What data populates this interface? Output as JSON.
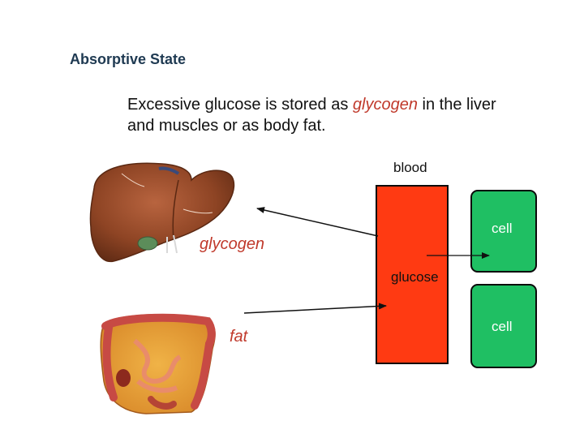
{
  "slide": {
    "title": "Absorptive State",
    "text_before": "Excessive glucose is stored as ",
    "text_emph": "glycogen",
    "text_after": " in the liver and muscles or as body fat."
  },
  "diagram": {
    "blood_label": "blood",
    "glucose_label": "glucose",
    "cell_label_top": "cell",
    "cell_label_bottom": "cell",
    "glycogen_label": "glycogen",
    "fat_label": "fat"
  },
  "colors": {
    "title": "#1f3a52",
    "emphasis": "#c0392b",
    "blood": "#ff3a12",
    "cell_fill": "#1fbf63",
    "cell_border": "#0a0a0a"
  }
}
